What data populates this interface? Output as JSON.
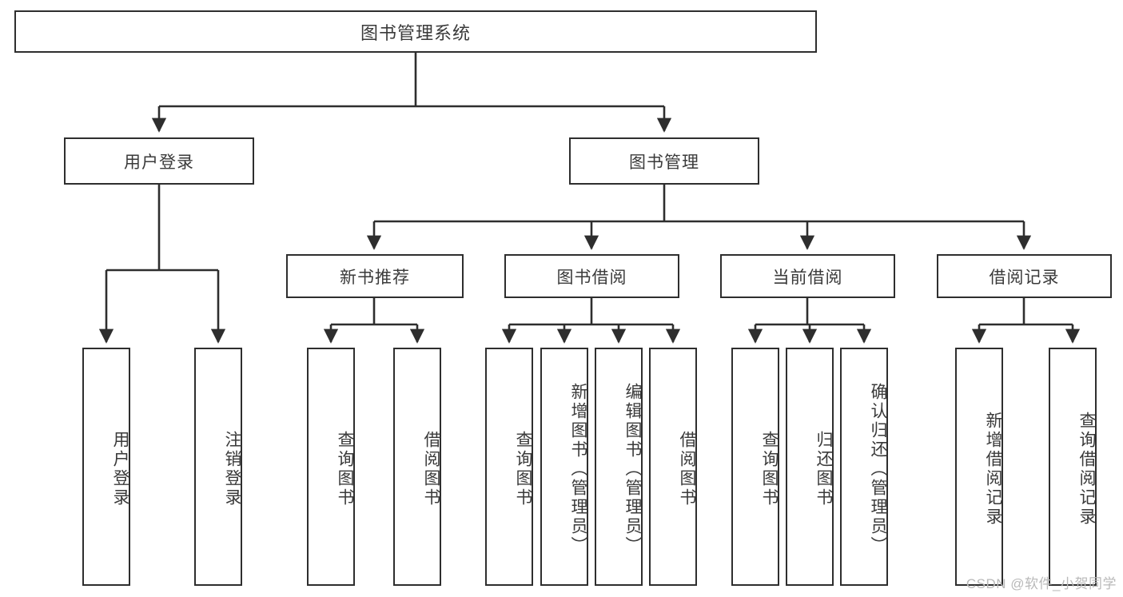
{
  "diagram": {
    "type": "tree-hierarchy",
    "title": "图书管理系统",
    "watermark": "CSDN @软件_小贺同学",
    "colors": {
      "box_border": "#2e2e2e",
      "box_fill": "#ffffff",
      "text": "#3a3a3a",
      "connector": "#2e2e2e",
      "watermark": "#b9b9b9",
      "background": "#ffffff"
    },
    "root": {
      "label": "图书管理系统"
    },
    "level2": [
      {
        "id": "user-login",
        "label": "用户登录"
      },
      {
        "id": "book-manage",
        "label": "图书管理"
      }
    ],
    "level3": [
      {
        "id": "new-book-rec",
        "label": "新书推荐"
      },
      {
        "id": "book-borrow",
        "label": "图书借阅"
      },
      {
        "id": "current-borrow",
        "label": "当前借阅"
      },
      {
        "id": "borrow-record",
        "label": "借阅记录"
      }
    ],
    "leaves": {
      "user_login": [
        {
          "id": "leaf-user-login",
          "label": "用户登录"
        },
        {
          "id": "leaf-logout",
          "label": "注销登录"
        }
      ],
      "new_book_rec": [
        {
          "id": "leaf-query-book-1",
          "label": "查询图书"
        },
        {
          "id": "leaf-borrow-book-1",
          "label": "借阅图书"
        }
      ],
      "book_borrow": [
        {
          "id": "leaf-query-book-2",
          "label": "查询图书"
        },
        {
          "id": "leaf-add-book",
          "label": "新增图书（管理员）"
        },
        {
          "id": "leaf-edit-book",
          "label": "编辑图书（管理员）"
        },
        {
          "id": "leaf-borrow-book-2",
          "label": "借阅图书"
        }
      ],
      "current_borrow": [
        {
          "id": "leaf-query-book-3",
          "label": "查询图书"
        },
        {
          "id": "leaf-return-book",
          "label": "归还图书"
        },
        {
          "id": "leaf-confirm-return",
          "label": "确认归还（管理员）"
        }
      ],
      "borrow_record": [
        {
          "id": "leaf-add-record",
          "label": "新增借阅记录"
        },
        {
          "id": "leaf-query-record",
          "label": "查询借阅记录"
        }
      ]
    }
  }
}
